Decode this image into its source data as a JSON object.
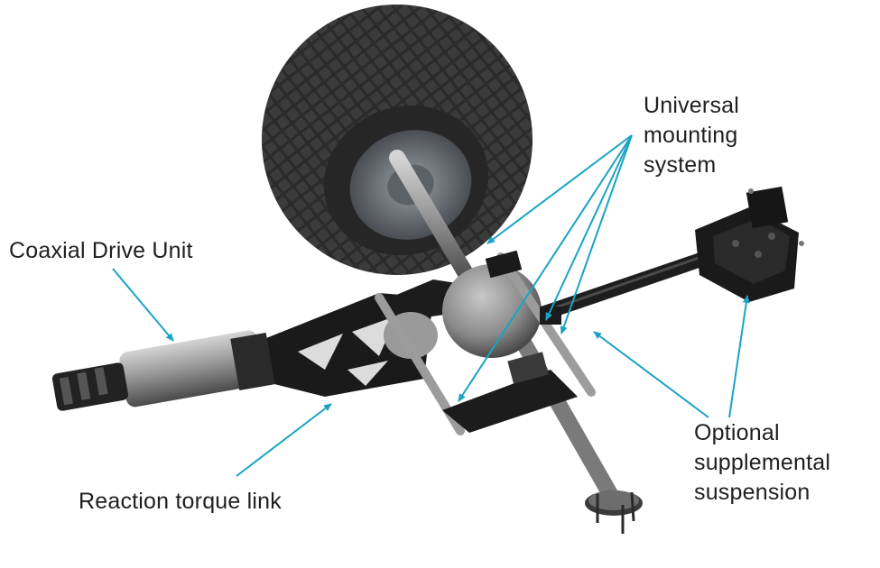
{
  "callouts": {
    "universal_mounting": {
      "lines": [
        "Universal",
        "mounting",
        "system"
      ]
    },
    "coaxial_drive": {
      "text": "Coaxial Drive Unit"
    },
    "optional_suspension": {
      "lines": [
        "Optional",
        "supplemental",
        "suspension"
      ]
    },
    "reaction_torque": {
      "text": "Reaction torque link"
    }
  },
  "colors": {
    "arrow": "#1aa3c4",
    "text": "#1f1f1f",
    "tire": "#2e2e2e",
    "metal": "#8c8c8c",
    "bracket": "#1c1c1c"
  }
}
